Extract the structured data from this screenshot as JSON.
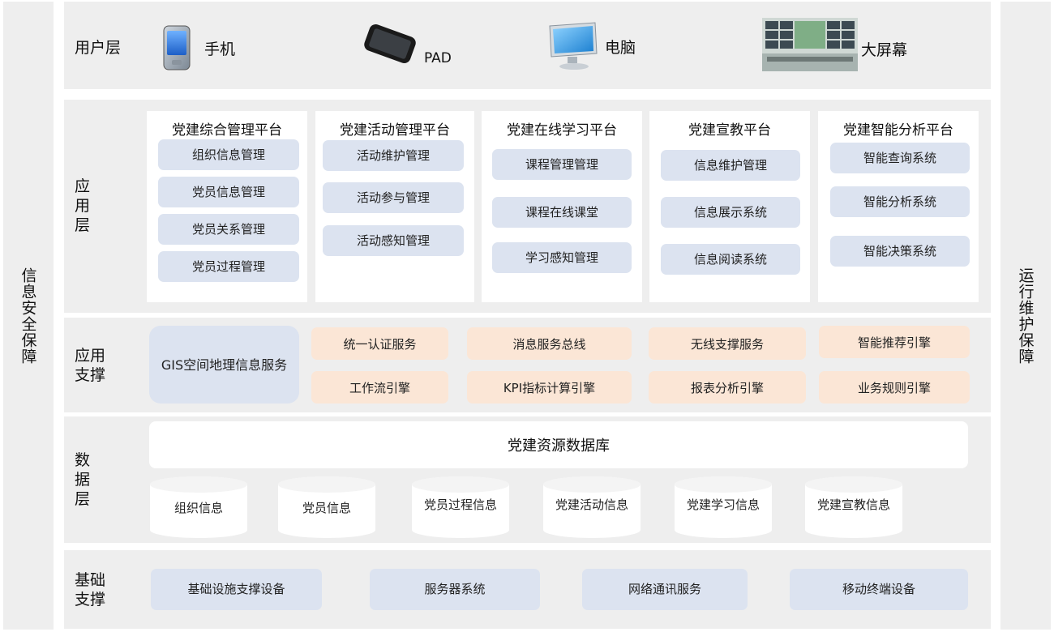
{
  "left_side": "信息安全保障",
  "right_side": "运行维护保障",
  "layers": {
    "user": "用户层",
    "application": "应用层",
    "support": "应用支撑",
    "data": "数据层",
    "infra": "基础支撑"
  },
  "devices": [
    "手机",
    "PAD",
    "电脑",
    "大屏幕"
  ],
  "platforms": [
    {
      "title": "党建综合管理平台",
      "items": [
        "组织信息管理",
        "党员信息管理",
        "党员关系管理",
        "党员过程管理"
      ]
    },
    {
      "title": "党建活动管理平台",
      "items": [
        "活动维护管理",
        "活动参与管理",
        "活动感知管理"
      ]
    },
    {
      "title": "党建在线学习平台",
      "items": [
        "课程管理管理",
        "课程在线课堂",
        "学习感知管理"
      ]
    },
    {
      "title": "党建宣教平台",
      "items": [
        "信息维护管理",
        "信息展示系统",
        "信息阅读系统"
      ]
    },
    {
      "title": "党建智能分析平台",
      "items": [
        "智能查询系统",
        "智能分析系统",
        "智能决策系统"
      ]
    }
  ],
  "support": {
    "gis": "GIS空间地理信息服务",
    "services": [
      "统一认证服务",
      "消息服务总线",
      "无线支撑服务",
      "智能推荐引擎",
      "工作流引擎",
      "KPI指标计算引擎",
      "报表分析引擎",
      "业务规则引擎"
    ]
  },
  "data": {
    "database": "党建资源数据库",
    "stores": [
      "组织信息",
      "党员信息",
      "党员过程信息",
      "党建活动信息",
      "党建学习信息",
      "党建宣教信息"
    ]
  },
  "infra": [
    "基础设施支撑设备",
    "服务器系统",
    "网络通讯服务",
    "移动终端设备"
  ],
  "colors": {
    "band": "#eeeeee",
    "blue_box": "#dce3f0",
    "peach_box": "#fbe6d6",
    "white": "#ffffff"
  }
}
